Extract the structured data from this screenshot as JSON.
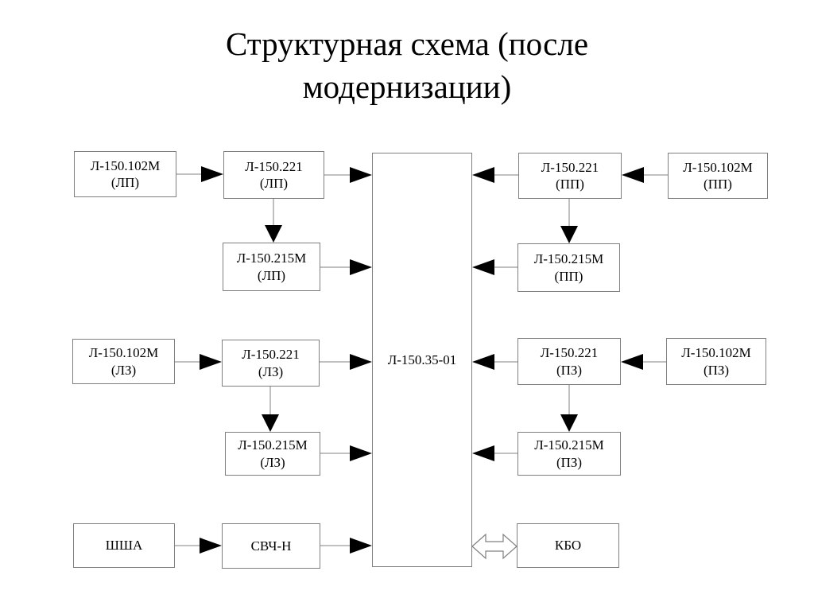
{
  "title": {
    "line1": "Структурная схема (после",
    "line2": "модернизации)"
  },
  "diagram": {
    "central_unit": {
      "label": "Л-150.35-01"
    },
    "boxes": {
      "lp_102": {
        "line1": "Л-150.102М",
        "line2": "(ЛП)"
      },
      "lp_221": {
        "line1": "Л-150.221",
        "line2": "(ЛП)"
      },
      "lp_215": {
        "line1": "Л-150.215М",
        "line2": "(ЛП)"
      },
      "pp_221": {
        "line1": "Л-150.221",
        "line2": "(ПП)"
      },
      "pp_102": {
        "line1": "Л-150.102М",
        "line2": "(ПП)"
      },
      "pp_215": {
        "line1": "Л-150.215М",
        "line2": "(ПП)"
      },
      "lz_102": {
        "line1": "Л-150.102М",
        "line2": "(ЛЗ)"
      },
      "lz_221": {
        "line1": "Л-150.221",
        "line2": "(ЛЗ)"
      },
      "lz_215": {
        "line1": "Л-150.215М",
        "line2": "(ЛЗ)"
      },
      "pz_221": {
        "line1": "Л-150.221",
        "line2": "(ПЗ)"
      },
      "pz_102": {
        "line1": "Л-150.102М",
        "line2": "(ПЗ)"
      },
      "pz_215": {
        "line1": "Л-150.215М",
        "line2": "(ПЗ)"
      },
      "shsha": {
        "label": "ШША"
      },
      "svch": {
        "label": "СВЧ-Н"
      },
      "kbo": {
        "label": "КБО"
      }
    },
    "colors": {
      "background": "#ffffff",
      "box_border": "#7f7f7f",
      "connector_line": "#808080",
      "arrowhead": "#000000",
      "text": "#000000"
    }
  }
}
